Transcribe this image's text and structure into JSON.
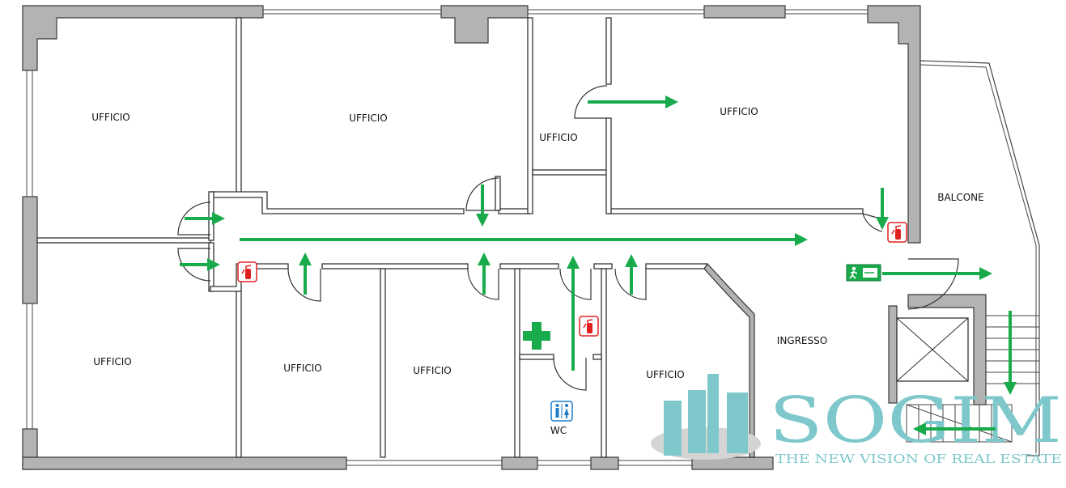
{
  "rooms": {
    "office_top_left": "UFFICIO",
    "office_top_mid": "UFFICIO",
    "office_small": "UFFICIO",
    "office_top_right": "UFFICIO",
    "office_bottom_left": "UFFICIO",
    "office_bottom_2": "UFFICIO",
    "office_bottom_3": "UFFICIO",
    "office_bottom_right": "UFFICIO",
    "entrance": "INGRESSO",
    "balcony": "BALCONE",
    "wc": "WC"
  },
  "logo": {
    "name": "SOGIM",
    "tagline": "THE NEW VISION OF REAL ESTATE"
  },
  "colors": {
    "escape_arrow": "#19ab4b",
    "extinguisher": "#e02020",
    "wc_sign": "#1f7bc7",
    "logo": "#7ec8cc",
    "wall_fill": "#b3b3b3"
  },
  "icons": [
    "fire-extinguisher-icon",
    "emergency-exit-icon",
    "first-aid-cross-icon",
    "restroom-icon"
  ]
}
